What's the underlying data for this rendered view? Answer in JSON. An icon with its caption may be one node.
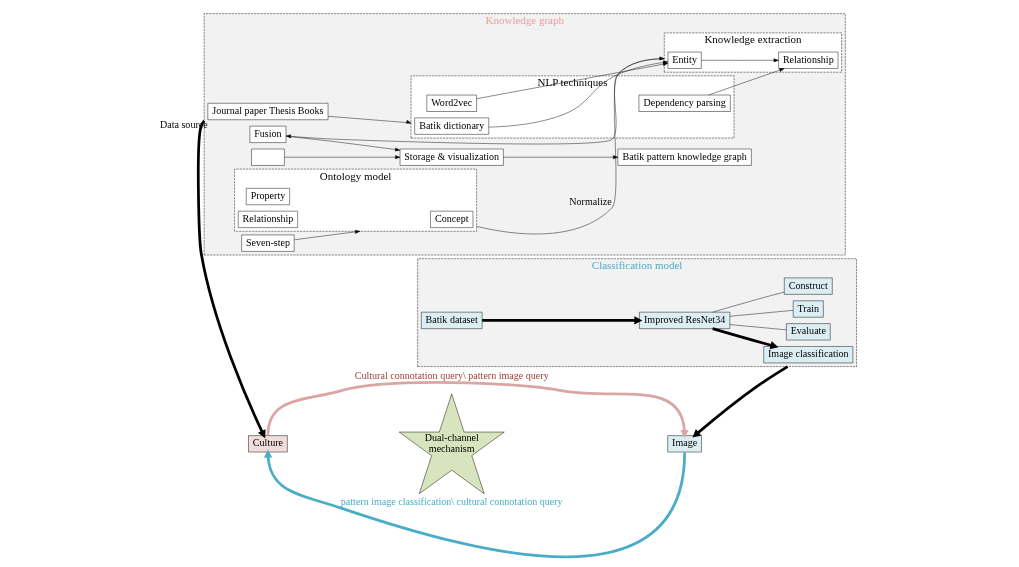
{
  "diagram": {
    "nodes": [
      {
        "text": [
          "Culture"
        ]
      },
      {
        "text": [
          "Dual-channel mechanism"
        ]
      },
      {
        "text": [
          "Image"
        ]
      },
      {
        "text": [
          "Classification model"
        ]
      },
      {
        "text": [
          "Image classification"
        ],
        "in": 3
      },
      {
        "text": [
          "Improved ResNet34"
        ],
        "in": 3
      },
      {
        "text": [
          "Batik dataset"
        ],
        "in": 3
      },
      {
        "text": [
          "Evaluate"
        ],
        "in": 3
      },
      {
        "text": [
          "Train"
        ],
        "in": 3
      },
      {
        "text": [
          "Construct"
        ],
        "in": 3
      },
      {
        "text": [
          "Knowledge graph"
        ]
      },
      {
        "text": [
          "Journal paper Thesis Books"
        ],
        "beside": [
          "Data source"
        ],
        "in": 10
      },
      {
        "text": [
          "NLP techniques"
        ],
        "in": 10
      },
      {
        "text": [
          "Batik dictionary"
        ],
        "in": 12
      },
      {
        "text": [
          "Word2vec"
        ],
        "in": 12
      },
      {
        "text": [
          "Dependency parsing"
        ],
        "in": 12
      },
      {
        "text": [
          "Knowledge extraction"
        ],
        "in": 10
      },
      {
        "text": [
          "Entity"
        ],
        "in": 16
      },
      {
        "text": [
          "Relationship"
        ],
        "in": 16
      },
      {
        "text": [
          "Ontology model"
        ],
        "in": 10
      },
      {
        "text": [
          "Concept"
        ],
        "in": 19
      },
      {
        "text": [
          "Property"
        ],
        "in": 19
      },
      {
        "text": [
          "Relationship"
        ],
        "in": 19
      },
      {
        "text": [
          "Fusion"
        ],
        "in": 10
      },
      {
        "text": [
          "Batik pattern knowledge graph"
        ],
        "in": 10
      },
      {
        "text": [
          "Storage & visualization"
        ],
        "in": 10
      },
      {
        "text": [],
        "shape": "box",
        "in": 10
      },
      {
        "text": [
          "Seven-step"
        ],
        "in": 10
      }
    ],
    "edges": [
      {
        "from": 0,
        "to": 2,
        "arrow": "to",
        "label": "Cultural connotation query\\ pattern image query",
        "style": "thick",
        "color": "#d9a6a4"
      },
      {
        "from": 2,
        "to": 0,
        "arrow": "to",
        "label": "pattern image classification\\ cultural connotation query",
        "style": "thick",
        "color": "#4bacc6"
      },
      {
        "from": 3,
        "to": 2,
        "arrow": "to",
        "style": "thick"
      },
      {
        "from": 10,
        "to": 0,
        "arrow": "to",
        "style": "thick"
      },
      {
        "from": 6,
        "to": 5,
        "arrow": "to",
        "style": "thick"
      },
      {
        "from": 5,
        "to": 4,
        "arrow": "to",
        "style": "thick"
      },
      {
        "from": 5,
        "to": 7,
        "arrow": "none"
      },
      {
        "from": 5,
        "to": 8,
        "arrow": "none"
      },
      {
        "from": 5,
        "to": 9,
        "arrow": "none"
      },
      {
        "from": 11,
        "to": 12,
        "arrow": "to"
      },
      {
        "from": 13,
        "to": 17,
        "arrow": "to"
      },
      {
        "from": 14,
        "to": 17,
        "arrow": "to"
      },
      {
        "from": 15,
        "to": 18,
        "arrow": "to"
      },
      {
        "from": 17,
        "to": 18,
        "arrow": "to"
      },
      {
        "from": 19,
        "to": 16,
        "arrow": "to",
        "label": "Normalize"
      },
      {
        "from": 16,
        "to": 23,
        "arrow": "to"
      },
      {
        "from": 23,
        "to": 25,
        "arrow": "to"
      },
      {
        "from": 26,
        "to": 25,
        "arrow": "to"
      },
      {
        "from": 25,
        "to": 24,
        "arrow": "to"
      },
      {
        "from": 27,
        "to": 19,
        "arrow": "to"
      }
    ]
  }
}
